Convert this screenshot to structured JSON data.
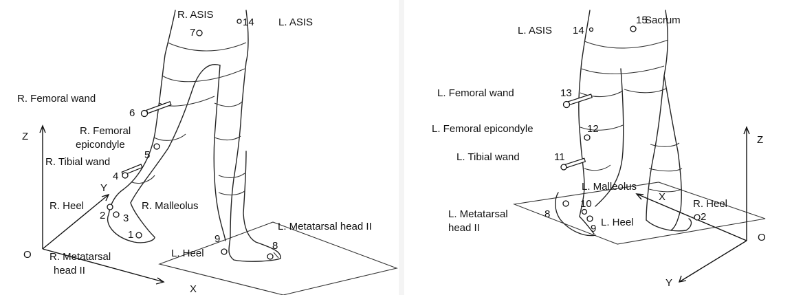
{
  "left": {
    "labels": {
      "r_asis": "R. ASIS",
      "l_asis": "L. ASIS",
      "r_femoral_wand": "R. Femoral wand",
      "r_femoral_epicondyle_1": "R. Femoral",
      "r_femoral_epicondyle_2": "epicondyle",
      "r_tibial_wand": "R. Tibial wand",
      "r_heel": "R. Heel",
      "r_malleolus": "R. Malleolus",
      "r_metatarsal_1": "R. Metatarsal",
      "r_metatarsal_2": "head II",
      "l_heel": "L. Heel",
      "l_metatarsal": "L. Metatarsal head II"
    },
    "markers": {
      "m1": "1",
      "m2": "2",
      "m3": "3",
      "m4": "4",
      "m5": "5",
      "m6": "6",
      "m7": "7",
      "m8": "8",
      "m9": "9",
      "m14": "14"
    },
    "axes": {
      "z": "Z",
      "y": "Y",
      "x": "X",
      "origin": "O"
    }
  },
  "right": {
    "labels": {
      "l_asis": "L. ASIS",
      "sacrum": "Sacrum",
      "l_femoral_wand": "L. Femoral wand",
      "l_femoral_epicondyle": "L. Femoral epicondyle",
      "l_tibial_wand": "L. Tibial wand",
      "l_malleolus": "L. Malleolus",
      "l_metatarsal_1": "L. Metatarsal",
      "l_metatarsal_2": "head II",
      "l_heel": "L. Heel",
      "r_heel": "R. Heel"
    },
    "markers": {
      "m2": "2",
      "m8": "8",
      "m9": "9",
      "m10": "10",
      "m11": "11",
      "m12": "12",
      "m13": "13",
      "m14": "14",
      "m15": "15"
    },
    "axes": {
      "z": "Z",
      "x": "X",
      "y": "Y",
      "origin": "O"
    }
  }
}
